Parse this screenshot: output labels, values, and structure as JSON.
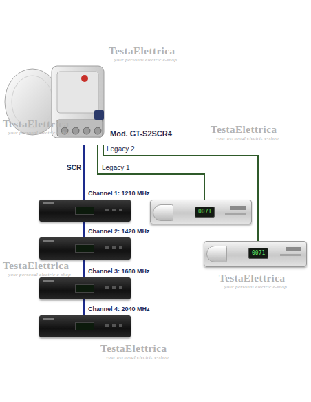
{
  "diagram": {
    "nodes": [
      {
        "text": [
          "Mod. GT-S2SCR4"
        ]
      },
      {
        "text": [
          "Channel 1: 1210 MHz"
        ]
      },
      {
        "text": [
          "Channel 2: 1420 MHz"
        ]
      },
      {
        "text": [
          "Channel 3: 1680 MHz"
        ]
      },
      {
        "text": [
          "Channel 4: 2040 MHz"
        ]
      },
      {
        "text": [
          "0071"
        ]
      },
      {
        "text": [
          "0071"
        ]
      }
    ],
    "edges": [
      {
        "from": 0,
        "to": 1,
        "label": "SCR",
        "arrow": "none"
      },
      {
        "from": 1,
        "to": 2,
        "arrow": "none"
      },
      {
        "from": 2,
        "to": 3,
        "arrow": "none"
      },
      {
        "from": 3,
        "to": 4,
        "arrow": "none"
      },
      {
        "from": 0,
        "to": 5,
        "label": "Legacy 1",
        "arrow": "none"
      },
      {
        "from": 0,
        "to": 6,
        "label": "Legacy 2",
        "arrow": "none"
      }
    ],
    "labels": [
      "TestaElettrica",
      "your personal electric e-shop",
      "TestaElettrica",
      "your personal electric e-shop",
      "TestaElettrica",
      "your personal electric e-shop",
      "TestaElettrica",
      "your personal electric e-shop",
      "TestaElettrica",
      "your personal electric e-shop",
      "TestaElettrica",
      "your personal electric e-shop"
    ]
  }
}
